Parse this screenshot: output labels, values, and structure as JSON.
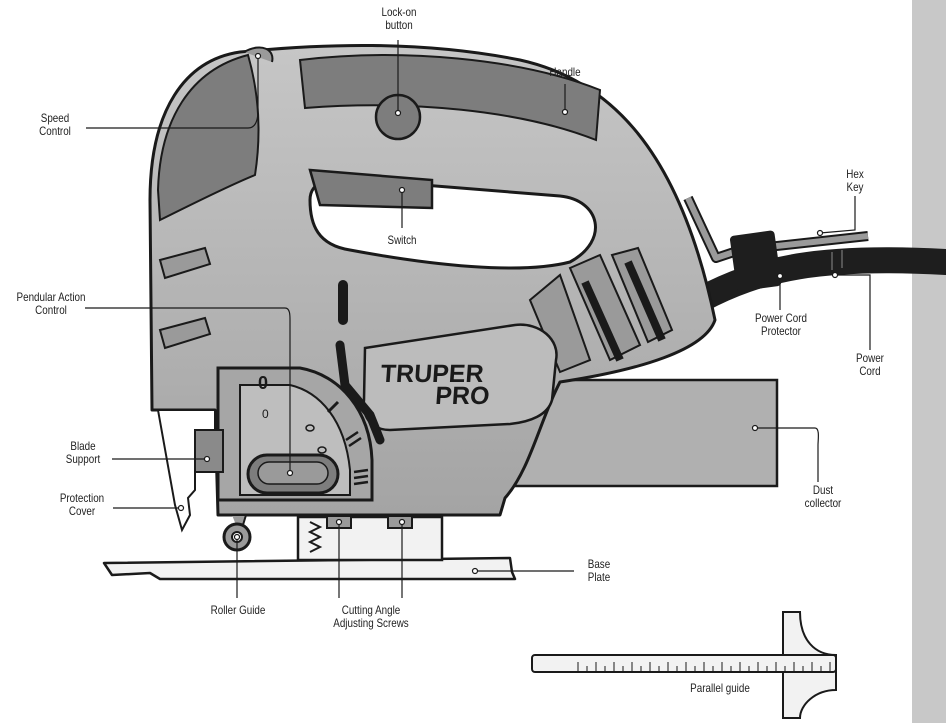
{
  "brand": {
    "line1": "TRUPER",
    "line2": "PRO"
  },
  "dial": {
    "zero": "0",
    "small_zero": "0"
  },
  "labels": {
    "lock_on": [
      "Lock-on",
      "button"
    ],
    "handle": [
      "Handle"
    ],
    "speed_control": [
      "Speed",
      "Control"
    ],
    "switch": [
      "Switch"
    ],
    "hex_key": [
      "Hex",
      "Key"
    ],
    "pendular": [
      "Pendular Action",
      "Control"
    ],
    "power_cord_protector": [
      "Power Cord",
      "Protector"
    ],
    "power_cord": [
      "Power",
      "Cord"
    ],
    "blade_support": [
      "Blade",
      "Support"
    ],
    "protection_cover": [
      "Protection",
      "Cover"
    ],
    "dust_collector": [
      "Dust",
      "collector"
    ],
    "base_plate": [
      "Base",
      "Plate"
    ],
    "roller_guide": [
      "Roller Guide"
    ],
    "cutting_angle": [
      "Cutting Angle",
      "Adjusting Screws"
    ],
    "parallel_guide": [
      "Parallel guide"
    ]
  },
  "colors": {
    "body": "#b4b4b4",
    "grip": "#7d7d7d",
    "outline": "#1a1a1a",
    "cord": "#1e1e1e",
    "plate": "#f2f2f2",
    "sidebar": "#c8c8c8"
  }
}
